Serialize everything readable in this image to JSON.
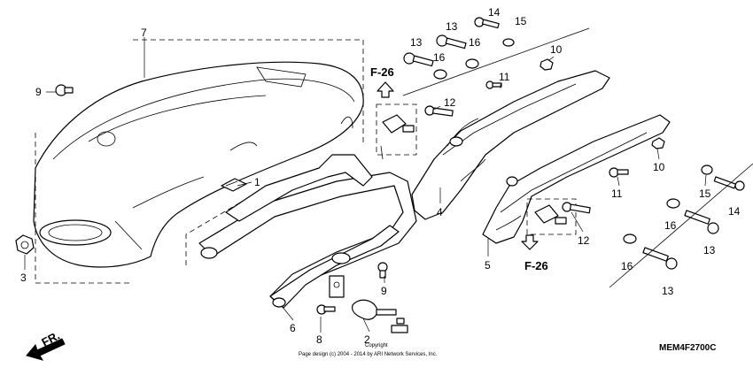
{
  "part_labels": {
    "p1": "1",
    "p2": "2",
    "p3": "3",
    "p4": "4",
    "p5": "5",
    "p6": "6",
    "p7": "7",
    "p8": "8",
    "p9a": "9",
    "p9b": "9",
    "p10a": "10",
    "p10b": "10",
    "p11a": "11",
    "p11b": "11",
    "p12a": "12",
    "p12b": "12",
    "p13a": "13",
    "p13b": "13",
    "p13c": "13",
    "p13d": "13",
    "p14a": "14",
    "p14b": "14",
    "p15a": "15",
    "p15b": "15",
    "p16a": "16",
    "p16b": "16",
    "p16c": "16",
    "p16d": "16"
  },
  "reference_top": "F-26",
  "reference_bottom": "F-26",
  "front_arrow": "FR.",
  "diagram_code": "MEM4F2700C",
  "copyright_line1": "Copyright",
  "copyright_line2": "Page design (c) 2004 - 2014 by ARI Network Services, Inc."
}
